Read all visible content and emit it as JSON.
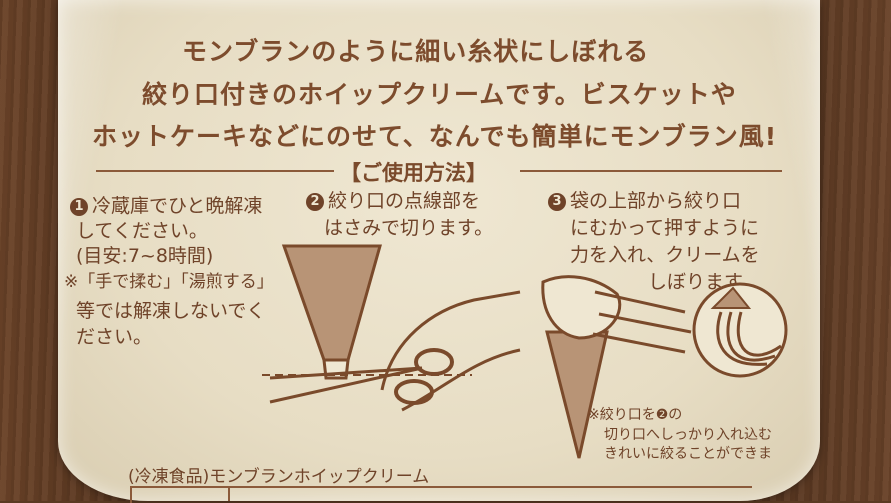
{
  "intro": {
    "line1": "モンブランのように細い糸状にしぼれる",
    "line2": "絞り口付きのホイップクリームです。ビスケットや",
    "line3": "ホットケーキなどにのせて、なんでも簡単にモンブラン風!"
  },
  "section_title": "【ご使用方法】",
  "steps": [
    {
      "num": "1",
      "lines": [
        "冷蔵庫でひと晩解凍",
        "してください。",
        "(目安:7~8時間)"
      ],
      "note": [
        "※「手で揉む」「湯煎する」",
        "等では解凍しないでく",
        "ださい。"
      ]
    },
    {
      "num": "2",
      "lines": [
        "絞り口の点線部を",
        "はさみで切ります。"
      ]
    },
    {
      "num": "3",
      "lines": [
        "袋の上部から絞り口",
        "にむかって押すように",
        "力を入れ、クリームを",
        "しぼります。"
      ],
      "note": [
        "※絞り口を❷の",
        "切り口へしっかり入れ込む",
        "きれいに絞ることができま"
      ]
    }
  ],
  "product_label": "(冷凍食品)モンブランホイップクリーム",
  "colors": {
    "ink": "#7a4a2b",
    "cream": "#efe7d2",
    "cone": "#b89476"
  }
}
